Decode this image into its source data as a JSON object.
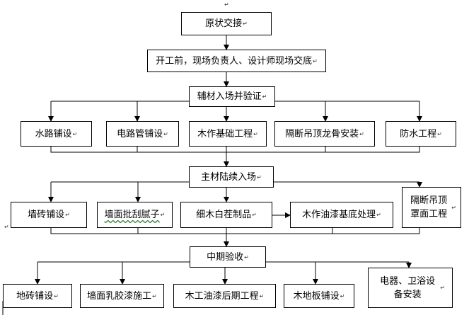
{
  "flow": {
    "start": "原状交接",
    "step2": "开工前，现场负责人、设计师现场交底",
    "stage1": {
      "title": "辅材入场并验证",
      "items": [
        "水路铺设",
        "电路管铺设",
        "木作基础工程",
        "隔断吊顶龙骨安装",
        "防水工程"
      ]
    },
    "stage2": {
      "title": "主材陆续入场",
      "items": [
        "墙砖铺设",
        "墙面批刮腻子",
        "细木白茬制品",
        "木作油漆基底处理",
        "隔断吊顶罩面工程"
      ]
    },
    "stage3": {
      "title": "中期验收",
      "items": [
        "地砖铺设",
        "墙面乳胶漆施工",
        "木工油漆后期工程",
        "木地板铺设",
        "电器、卫浴设备安装"
      ]
    }
  },
  "marks": {
    "paragraph": "↵"
  }
}
